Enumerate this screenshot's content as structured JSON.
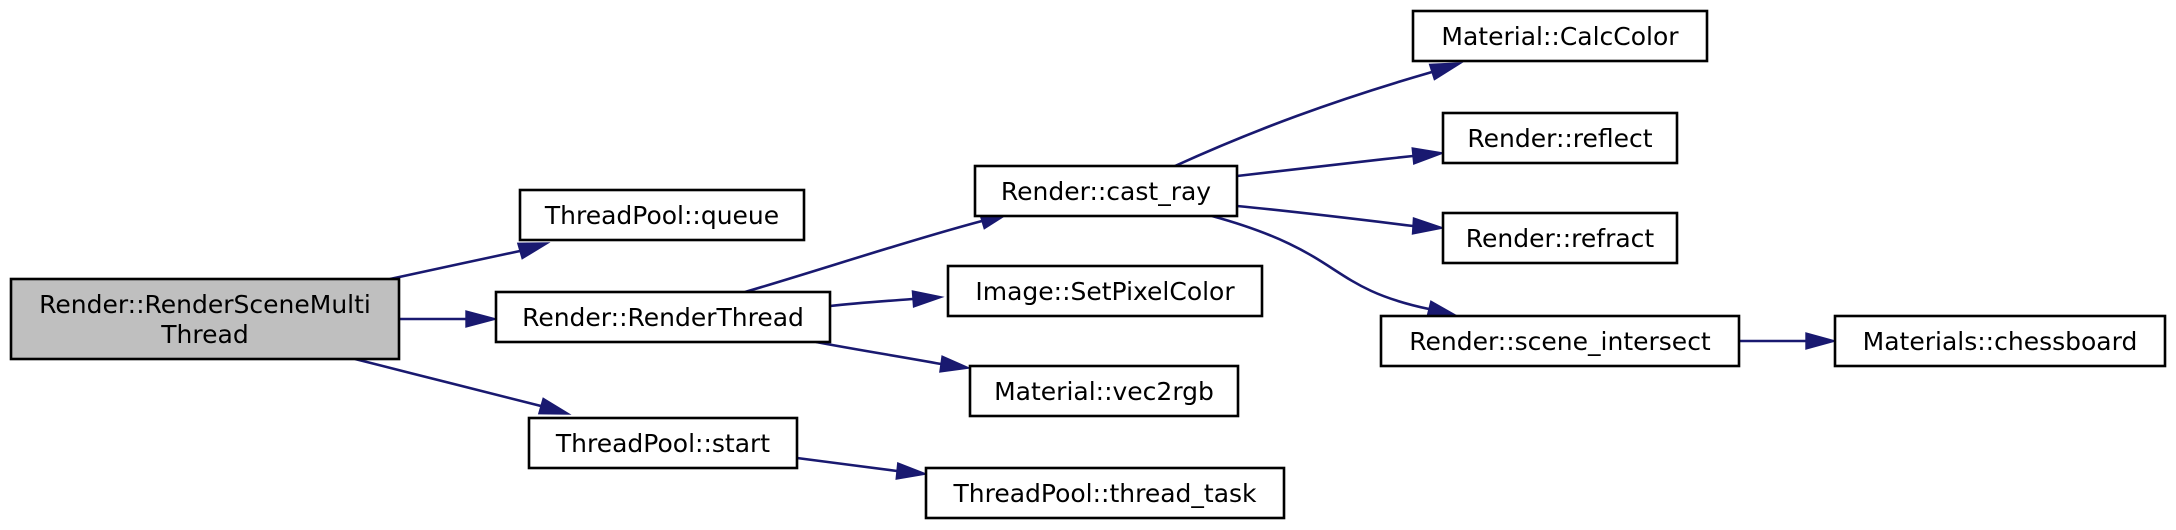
{
  "graph": {
    "nodes": {
      "root": {
        "lines": [
          "Render::RenderSceneMulti",
          "Thread"
        ]
      },
      "tp_queue": {
        "lines": [
          "ThreadPool::queue"
        ]
      },
      "render_thread": {
        "lines": [
          "Render::RenderThread"
        ]
      },
      "tp_start": {
        "lines": [
          "ThreadPool::start"
        ]
      },
      "cast_ray": {
        "lines": [
          "Render::cast_ray"
        ]
      },
      "set_pixel": {
        "lines": [
          "Image::SetPixelColor"
        ]
      },
      "vec2rgb": {
        "lines": [
          "Material::vec2rgb"
        ]
      },
      "thread_task": {
        "lines": [
          "ThreadPool::thread_task"
        ]
      },
      "calc_color": {
        "lines": [
          "Material::CalcColor"
        ]
      },
      "reflect": {
        "lines": [
          "Render::reflect"
        ]
      },
      "refract": {
        "lines": [
          "Render::refract"
        ]
      },
      "scene_intersect": {
        "lines": [
          "Render::scene_intersect"
        ]
      },
      "chessboard": {
        "lines": [
          "Materials::chessboard"
        ]
      }
    },
    "edges": [
      {
        "from": "root",
        "to": "tp_queue"
      },
      {
        "from": "root",
        "to": "render_thread"
      },
      {
        "from": "root",
        "to": "tp_start"
      },
      {
        "from": "render_thread",
        "to": "cast_ray"
      },
      {
        "from": "render_thread",
        "to": "set_pixel"
      },
      {
        "from": "render_thread",
        "to": "vec2rgb"
      },
      {
        "from": "tp_start",
        "to": "thread_task"
      },
      {
        "from": "cast_ray",
        "to": "calc_color"
      },
      {
        "from": "cast_ray",
        "to": "reflect"
      },
      {
        "from": "cast_ray",
        "to": "refract"
      },
      {
        "from": "cast_ray",
        "to": "scene_intersect"
      },
      {
        "from": "scene_intersect",
        "to": "chessboard"
      }
    ]
  },
  "colors": {
    "edge": "#191970",
    "root_fill": "#bfbfbf",
    "node_fill": "#ffffff",
    "node_border": "#000000"
  }
}
